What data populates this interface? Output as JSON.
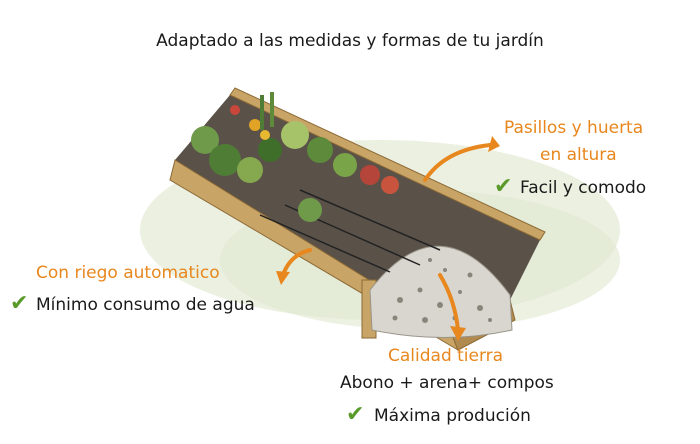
{
  "title": "Adaptado a las medidas y formas de tu jardín",
  "callouts": {
    "pasillos": {
      "line1": "Pasillos y huerta",
      "line2": "en altura",
      "note": "Facil y comodo"
    },
    "riego": {
      "heading": "Con riego automatico",
      "note": "Mínimo consumo de agua"
    },
    "tierra": {
      "heading": "Calidad tierra",
      "detail": "Abono + arena+ compos",
      "note": "Máxima produción"
    }
  },
  "icons": {
    "check": "checkmark-icon",
    "arrow": "curved-arrow-icon"
  },
  "colors": {
    "accent": "#e8871e",
    "check": "#5a9a2a",
    "text": "#1a1a1a"
  }
}
